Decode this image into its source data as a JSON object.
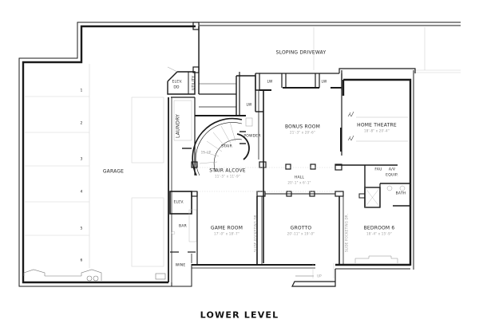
{
  "plan": {
    "title": "LOWER LEVEL",
    "exterior": {
      "driveway": "SLOPING DRIVEWAY"
    },
    "rooms": {
      "garage": {
        "label": "GARAGE"
      },
      "elevator_top": {
        "label": "ELEV.",
        "sub": "DD"
      },
      "utility": {
        "label": "UTILITY"
      },
      "laundry": {
        "label": "LAUNDRY"
      },
      "stair": {
        "label": "STAIR",
        "note": "15 UP"
      },
      "powder": {
        "label": "POWDER"
      },
      "bonus_room": {
        "label": "BONUS ROOM",
        "dims": "21'-3\" x 20'-6\""
      },
      "home_theatre": {
        "label": "HOME THEATRE",
        "dims": "18'-8\" x 20'-4\""
      },
      "stair_alcove": {
        "label": "STAIR ALCOVE",
        "dims": "11'-5\" x 11'-9\""
      },
      "hall": {
        "label": "HALL",
        "dims": "20'-1\" x 6'-1\""
      },
      "elevator": {
        "label": "ELEV."
      },
      "bar": {
        "label": "BAR"
      },
      "wine": {
        "label": "WINE"
      },
      "game_room": {
        "label": "GAME ROOM",
        "dims": "17'-0\" x 18'-7\""
      },
      "grotto": {
        "label": "GROTTO",
        "dims": "20'-11\" x 19'-0\""
      },
      "bedroom_6": {
        "label": "BEDROOM 6",
        "dims": "18'-4\" x 15'-9\""
      },
      "fau": {
        "label": "FAU"
      },
      "av_equip": {
        "label": "A/V",
        "sub": "EQUIP."
      },
      "bath": {
        "label": "BATH"
      },
      "lw1": {
        "label": "LW"
      },
      "lw2": {
        "label": "LW"
      },
      "lw3": {
        "label": "LW"
      }
    },
    "parking_stalls": [
      "1",
      "2",
      "3",
      "4",
      "5",
      "6"
    ],
    "door_notes": {
      "grotto_left": "SLIDE POCKETING DR.",
      "grotto_right": "SLIDE POCKETING DR."
    },
    "entry_stair_note": "UP",
    "colors": {
      "wall": "#1a1a1a",
      "thin_line": "#555555",
      "light_line": "#cfcfcf",
      "dim_text": "#9a9a9a"
    }
  }
}
